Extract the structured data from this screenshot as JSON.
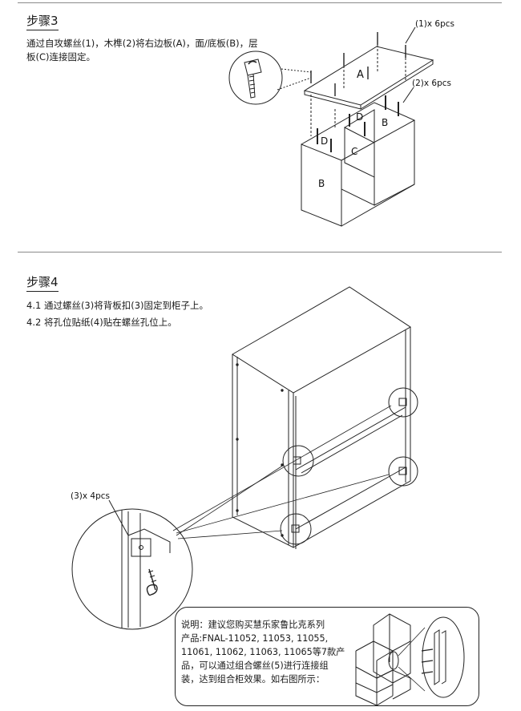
{
  "step3": {
    "title": "步骤3",
    "text": [
      "通过自攻螺丝(1)，木榫(2)将右边板(A)，面/底板(B)，层",
      "板(C)连接固定。"
    ],
    "labels": {
      "screws": "(1)x 6pcs",
      "dowels": "(2)x 6pcs",
      "panel_a": "A",
      "panel_b_top": "B",
      "panel_b_bottom": "B",
      "panel_c": "C",
      "dowel_d_1": "D",
      "dowel_d_2": "D"
    }
  },
  "step4": {
    "title": "步骤4",
    "lines": [
      "4.1  通过螺丝(3)将背板扣(3)固定到柜子上。",
      "4.2  将孔位贴纸(4)贴在螺丝孔位上。"
    ],
    "labels": {
      "screws": "(3)x 4pcs"
    }
  },
  "note": {
    "lines": [
      "说明：建议您购买慧乐家鲁比克系列",
      "产品:FNAL-11052, 11053, 11055,",
      "11061, 11062, 11063, 11065等7款产",
      "品，可以通过组合螺丝(5)进行连接组",
      "装，达到组合柜效果。如右图所示："
    ]
  }
}
